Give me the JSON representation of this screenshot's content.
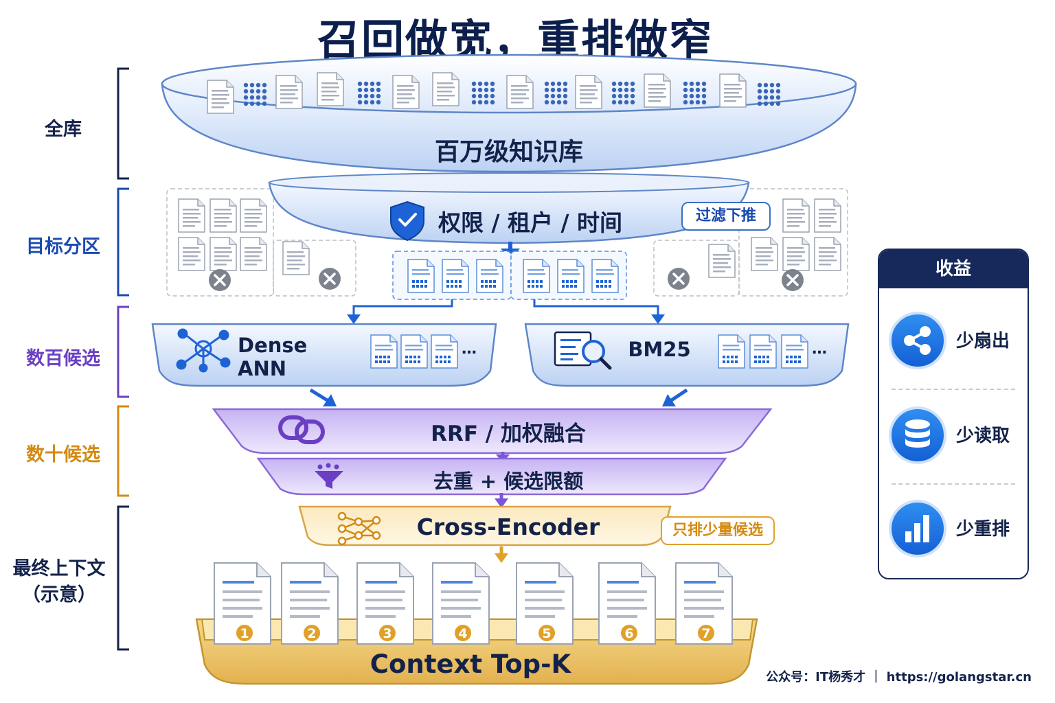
{
  "title": "召回做宽，重排做窄",
  "levels": [
    {
      "label": "全库",
      "color": "#13224a"
    },
    {
      "label": "目标分区",
      "color": "#1a4ab0"
    },
    {
      "label": "数百候选",
      "color": "#6a3fc4"
    },
    {
      "label": "数十候选",
      "color": "#d48a10"
    },
    {
      "label": "最终上下文\n（示意）",
      "color": "#13224a"
    }
  ],
  "stages": {
    "kb": "百万级知识库",
    "filter": "权限 / 租户 / 时间",
    "filter_tag": "过滤下推",
    "dense": "Dense ANN",
    "bm25": "BM25",
    "dense_more": "…",
    "bm25_more": "…",
    "fusion": "RRF / 加权融合",
    "dedup": "去重 + 候选限额",
    "rerank": "Cross-Encoder",
    "rerank_tag": "只排少量候选",
    "context": "Context Top-K"
  },
  "context_docs": [
    "1",
    "2",
    "3",
    "4",
    "5",
    "6",
    "7"
  ],
  "benefits": {
    "title": "收益",
    "items": [
      {
        "label": "少扇出",
        "icon": "share-icon"
      },
      {
        "label": "少读取",
        "icon": "database-icon"
      },
      {
        "label": "少重排",
        "icon": "bar-chart-icon"
      }
    ]
  },
  "footer": "公众号：IT杨秀才 ｜ https://golangstar.cn",
  "colors": {
    "blue": "#1e63d6",
    "purple": "#7a55d8",
    "gold": "#e0a12a",
    "navy": "#13224a"
  }
}
